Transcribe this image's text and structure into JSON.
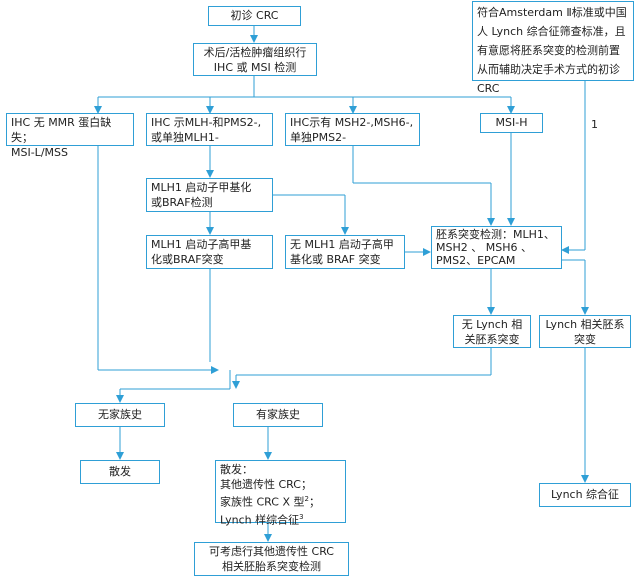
{
  "boxes": {
    "initial": "初诊 CRC",
    "surgery": "术后/活检肿瘤组织行\nIHC 或 MSI 检测",
    "criteria": "符合Amsterdam Ⅱ标准或中国人 Lynch 综合征筛查标准，且有意愿将胚系突变的检测前置从而辅助决定手术方式的初诊 CRC",
    "ihc_no_mmr": "IHC 无 MMR 蛋白缺失；\nMSI-L/MSS",
    "ihc_mlh1": "IHC  示MLH-和PMS2-,\n或单独MLH1-",
    "ihc_msh2": "IHC示有 MSH2-,MSH6-,\n单独PMS2-",
    "msi_h": "MSI-H",
    "mlh1_methylation": "MLH1  启动子甲基化\n或BRAF检测",
    "mlh1_high": "MLH1  启动子高甲基\n化或BRAF突变",
    "no_mlh1_high": "无  MLH1  启动子高甲\n基化或 BRAF 突变",
    "germline_test": "胚系突变检测：MLH1、MSH2 、 MSH6 、PMS2、EPCAM",
    "no_lynch": "无 Lynch 相\n关胚系突变",
    "lynch_mut": "Lynch 相关胚系\n突变",
    "no_family": "无家族史",
    "family": "有家族史",
    "sporadic": "散发",
    "sporadic_detail_title": "散发：",
    "sporadic_detail_1": "其他遗传性 CRC；",
    "sporadic_detail_2": "家族性 CRC X 型",
    "sporadic_detail_2_sup": "2",
    "sporadic_detail_2_end": "；",
    "sporadic_detail_3": "Lynch 样综合征",
    "sporadic_detail_3_sup": "3",
    "consider_test": "可考虑行其他遗传性 CRC\n相关胚胎系突变检测",
    "lynch_syndrome": "Lynch 综合征"
  },
  "labels": {
    "one": "1"
  },
  "colors": {
    "border": "#2f9fd6"
  }
}
